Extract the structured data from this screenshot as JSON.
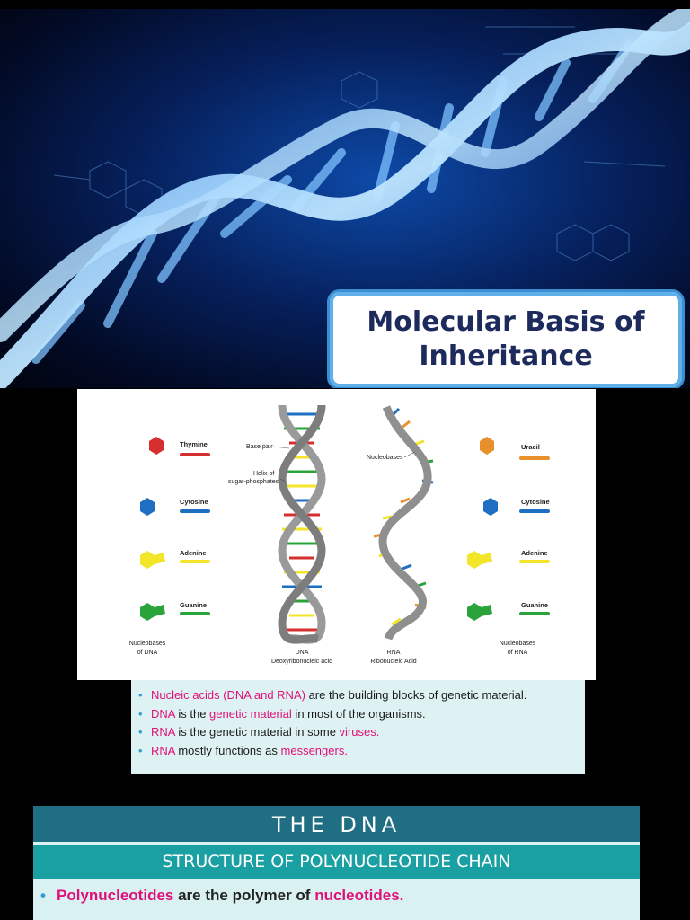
{
  "banner": {
    "title_line1": "Molecular Basis of",
    "title_line2": "Inheritance"
  },
  "diagram": {
    "dna_bases": [
      "Thymine",
      "Cytosine",
      "Adenine",
      "Guanine"
    ],
    "rna_bases": [
      "Uracil",
      "Cytosine",
      "Adenine",
      "Guanine"
    ],
    "left_caption": [
      "Nucleobases",
      "of DNA"
    ],
    "right_caption": [
      "Nucleobases",
      "of RNA"
    ],
    "dna_caption": [
      "DNA",
      "Deoxyribonucleic acid"
    ],
    "rna_caption": [
      "RNA",
      "Ribonucleic Acid"
    ],
    "base_pair": "Base pair",
    "helix_label": [
      "Helix of",
      "sugar-phosphates"
    ],
    "nucleobases_label": "Nucleobases",
    "colors": {
      "thymine": "#d62f2f",
      "cytosine": "#1e6fc2",
      "adenine": "#f2e52a",
      "guanine": "#2aa33a",
      "uracil": "#e8912c"
    }
  },
  "facts": [
    {
      "p1": "Nucleic acids (DNA and RNA)",
      "p2": " are the building blocks of genetic material."
    },
    {
      "p1": "DNA",
      "p2": " is the ",
      "p3": "genetic material",
      "p4": " in most of the organisms."
    },
    {
      "p1": "RNA",
      "p2": " is the genetic material in some ",
      "p3": "viruses."
    },
    {
      "p1": "RNA",
      "p2": " mostly functions as ",
      "p3": "messengers."
    }
  ],
  "dna_section": {
    "heading": "THE DNA",
    "subheading": "STRUCTURE OF POLYNUCLEOTIDE CHAIN",
    "bullet_p1": "Polynucleotides",
    "bullet_p2": " are the polymer of ",
    "bullet_p3": "nucleotides."
  }
}
